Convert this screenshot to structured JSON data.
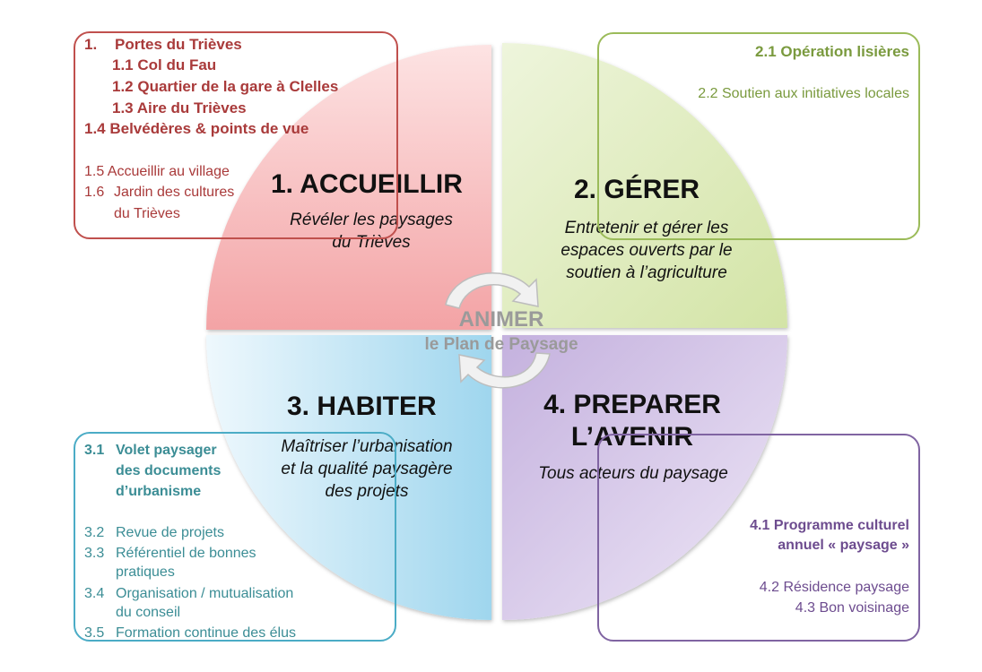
{
  "quadrants": {
    "q1": {
      "title": "1. ACCUEILLIR",
      "subtitle_1": "Révéler les paysages",
      "subtitle_2": "du Trièves",
      "color": "#f4a9a9"
    },
    "q2": {
      "title": "2. GÉRER",
      "subtitle_1": "Entretenir et gérer les",
      "subtitle_2": "espaces ouverts par le",
      "subtitle_3": "soutien à l’agriculture",
      "color": "#d9e8b0"
    },
    "q3": {
      "title": "3. HABITER",
      "subtitle_1": "Maîtriser l’urbanisation",
      "subtitle_2": "et la qualité paysagère",
      "subtitle_3": "des projets",
      "color": "#a8d8ef"
    },
    "q4": {
      "title_1": "4. PREPARER",
      "title_2": "L’AVENIR",
      "subtitle_1": "Tous acteurs du paysage",
      "color": "#c9b8e0"
    }
  },
  "center": {
    "line_1": "ANIMER",
    "line_2": "le Plan de Paysage"
  },
  "box1": {
    "border_color": "#c0504d",
    "l1_num": "1.",
    "l1_text": "Portes du Trièves",
    "l2": "1.1 Col du Fau",
    "l3": "1.2 Quartier de la gare à Clelles",
    "l4": "1.3 Aire du Trièves",
    "l5": "1.4 Belvédères & points de vue",
    "l6": "1.5 Accueillir au village",
    "l7_num": "1.6",
    "l7_text": "Jardin des cultures",
    "l8": "du Trièves"
  },
  "box2": {
    "border_color": "#9bbb59",
    "l1": "2.1 Opération lisières",
    "l2": "2.2 Soutien aux initiatives locales"
  },
  "box3": {
    "border_color": "#4bacc6",
    "l1_num": "3.1",
    "l1_text": "Volet paysager",
    "l2": "des documents",
    "l3": "d’urbanisme",
    "l4_num": "3.2",
    "l4_text": "Revue de projets",
    "l5_num": "3.3",
    "l5_text": "Référentiel de bonnes",
    "l6": "pratiques",
    "l7_num": "3.4",
    "l7_text": "Organisation / mutualisation",
    "l8": "du conseil",
    "l9_num": "3.5",
    "l9_text": "Formation continue des élus"
  },
  "box4": {
    "border_color": "#8064a2",
    "l1": "4.1 Programme culturel",
    "l2": "annuel « paysage »",
    "l3": "4.2 Résidence paysage",
    "l4": "4.3 Bon voisinage"
  }
}
